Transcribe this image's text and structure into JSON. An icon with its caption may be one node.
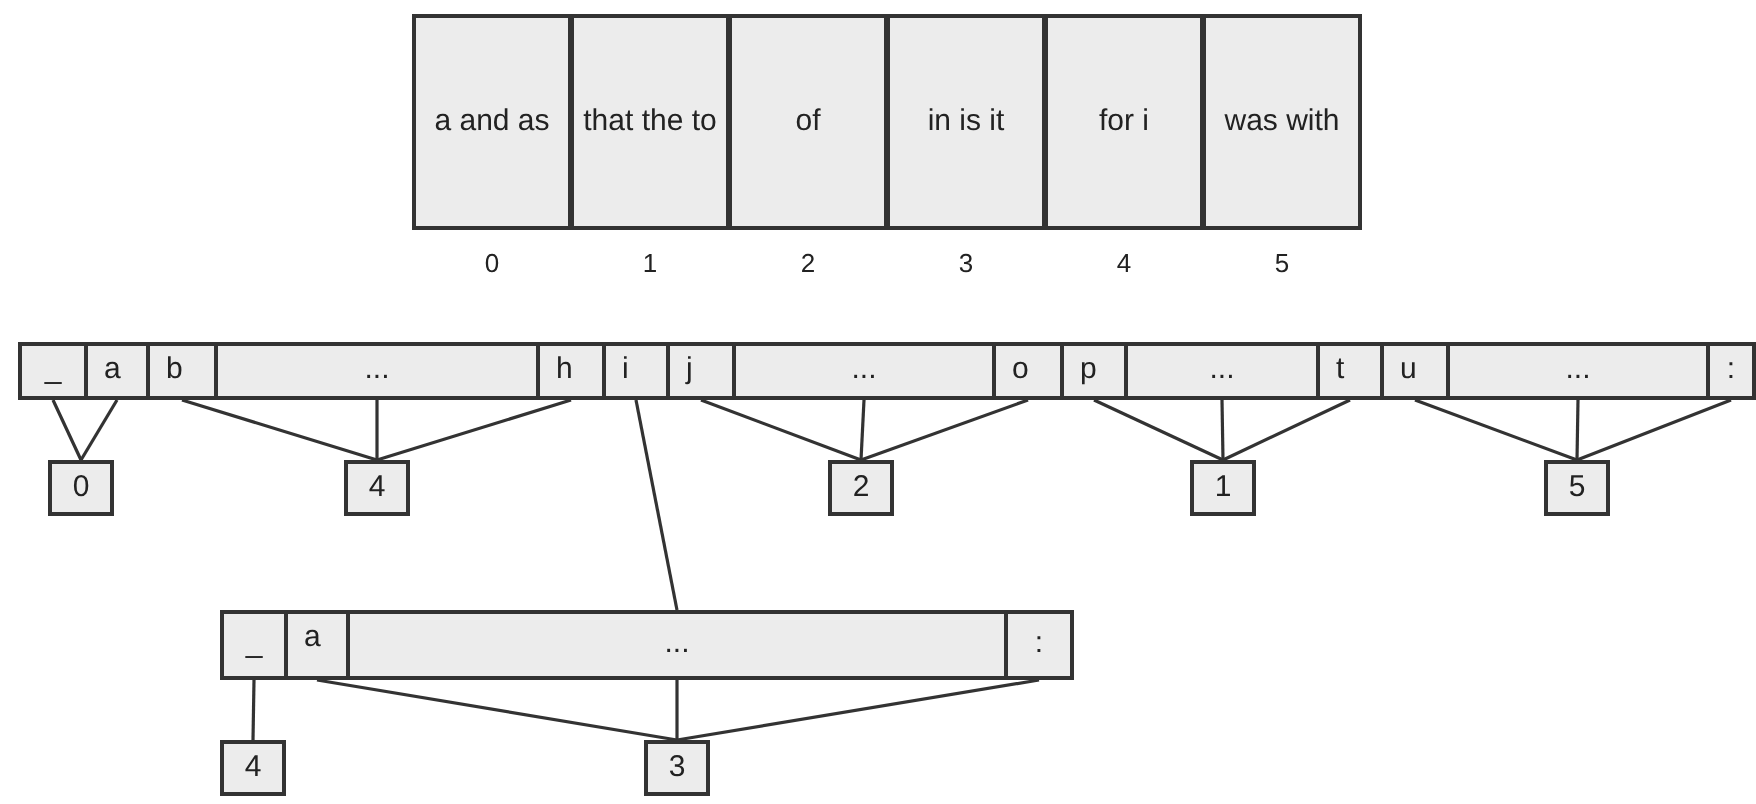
{
  "diagram": {
    "nodes": [
      {
        "text": [
          "a and as"
        ]
      },
      {
        "text": [
          "that the to"
        ]
      },
      {
        "text": [
          "of"
        ]
      },
      {
        "text": [
          "in is it"
        ]
      },
      {
        "text": [
          "for i"
        ]
      },
      {
        "text": [
          "was with"
        ]
      },
      {
        "text": [
          "_"
        ]
      },
      {
        "text": [
          "a"
        ]
      },
      {
        "text": [
          "b"
        ]
      },
      {
        "text": [
          "..."
        ]
      },
      {
        "text": [
          "h"
        ]
      },
      {
        "text": [
          "i"
        ]
      },
      {
        "text": [
          "j"
        ]
      },
      {
        "text": [
          "..."
        ]
      },
      {
        "text": [
          "o"
        ]
      },
      {
        "text": [
          "p"
        ]
      },
      {
        "text": [
          "..."
        ]
      },
      {
        "text": [
          "t"
        ]
      },
      {
        "text": [
          "u"
        ]
      },
      {
        "text": [
          "..."
        ]
      },
      {
        "text": [
          ":"
        ]
      },
      {
        "text": [
          "0"
        ]
      },
      {
        "text": [
          "4"
        ]
      },
      {
        "text": [
          "2"
        ]
      },
      {
        "text": [
          "1"
        ]
      },
      {
        "text": [
          "5"
        ]
      },
      {
        "text": [
          "_"
        ]
      },
      {
        "text": [
          "a"
        ]
      },
      {
        "text": [
          "..."
        ]
      },
      {
        "text": [
          ":"
        ]
      },
      {
        "text": [
          "4"
        ]
      },
      {
        "text": [
          "3"
        ]
      }
    ],
    "edges": [
      {
        "from": 6,
        "to": 21,
        "arrow": "none"
      },
      {
        "from": 7,
        "to": 21,
        "arrow": "none"
      },
      {
        "from": 8,
        "to": 22,
        "arrow": "none"
      },
      {
        "from": 9,
        "to": 22,
        "arrow": "none"
      },
      {
        "from": 10,
        "to": 22,
        "arrow": "none"
      },
      {
        "from": 11,
        "to": 28,
        "arrow": "none"
      },
      {
        "from": 12,
        "to": 23,
        "arrow": "none"
      },
      {
        "from": 13,
        "to": 23,
        "arrow": "none"
      },
      {
        "from": 14,
        "to": 23,
        "arrow": "none"
      },
      {
        "from": 15,
        "to": 24,
        "arrow": "none"
      },
      {
        "from": 16,
        "to": 24,
        "arrow": "none"
      },
      {
        "from": 17,
        "to": 24,
        "arrow": "none"
      },
      {
        "from": 18,
        "to": 25,
        "arrow": "none"
      },
      {
        "from": 19,
        "to": 25,
        "arrow": "none"
      },
      {
        "from": 20,
        "to": 25,
        "arrow": "none"
      },
      {
        "from": 26,
        "to": 30,
        "arrow": "none"
      },
      {
        "from": 27,
        "to": 31,
        "arrow": "none"
      },
      {
        "from": 28,
        "to": 31,
        "arrow": "none"
      },
      {
        "from": 29,
        "to": 31,
        "arrow": "none"
      }
    ],
    "labels": [
      "0",
      "1",
      "2",
      "3",
      "4",
      "5"
    ]
  }
}
